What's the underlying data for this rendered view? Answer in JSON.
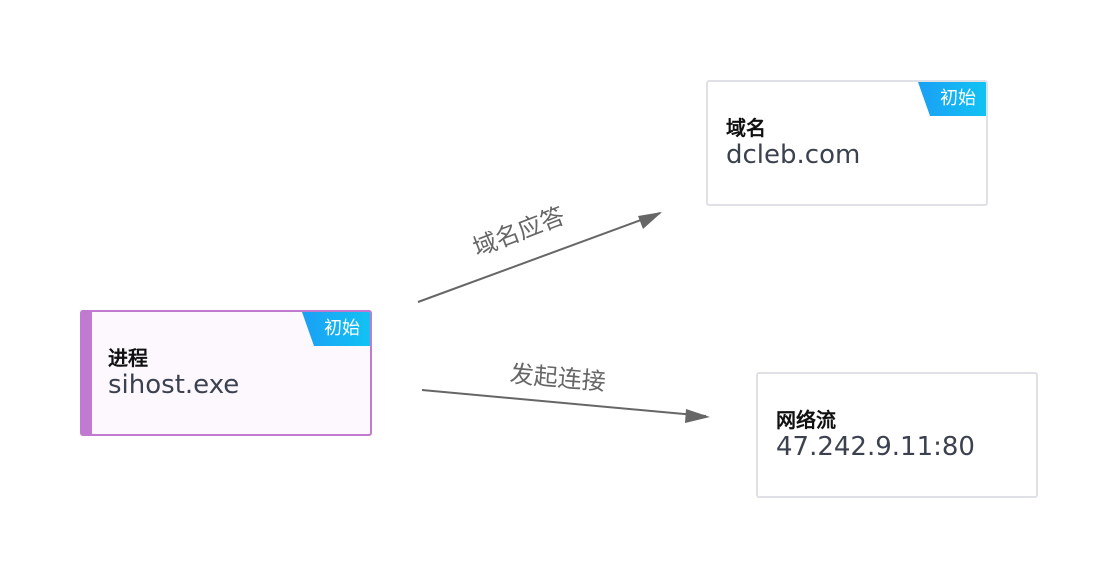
{
  "nodes": {
    "process": {
      "type_label": "进程",
      "value": "sihost.exe",
      "badge": "初始"
    },
    "domain": {
      "type_label": "域名",
      "value": "dcleb.com",
      "badge": "初始"
    },
    "flow": {
      "type_label": "网络流",
      "value": "47.242.9.11:80",
      "badge": ""
    }
  },
  "edges": {
    "to_domain": {
      "label": "域名应答"
    },
    "to_flow": {
      "label": "发起连接"
    }
  },
  "colors": {
    "process_accent": "#c07ad0",
    "badge": "#1aa0f5",
    "edge": "#666666"
  }
}
